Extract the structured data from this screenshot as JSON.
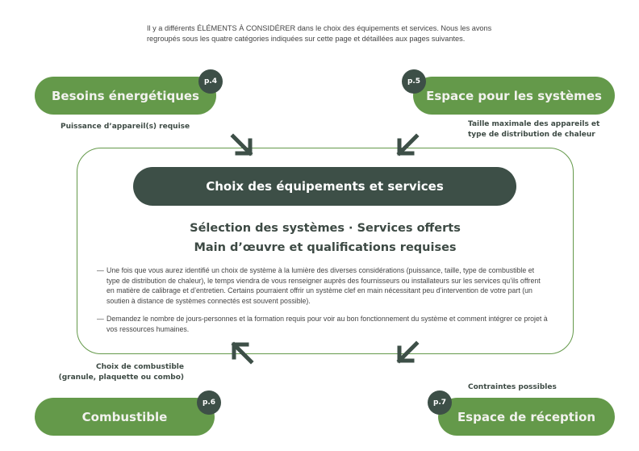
{
  "intro": "Il y a différents ÉLÉMENTS À CONSIDÉRER dans le choix des équipements et services. Nous les avons regroupés sous les quatre catégories indiquées sur cette page et détaillées aux pages suivantes.",
  "categories": [
    {
      "title": "Besoins énergétiques",
      "page": "p.4",
      "note": "Puissance d’appareil(s) requise"
    },
    {
      "title": "Espace pour les systèmes",
      "page": "p.5",
      "note": "Taille maximale des appareils et type de distribution de chaleur"
    },
    {
      "title": "Combustible",
      "page": "p.6",
      "note": "Choix de combustible (granule, plaquette ou combo)"
    },
    {
      "title": "Espace de réception",
      "page": "p.7",
      "note": "Contraintes possibles"
    }
  ],
  "center": {
    "title": "Choix des équipements et services",
    "subtitle1": "Sélection des systèmes · Services offerts",
    "subtitle2": "Main d’œuvre et qualifications requises",
    "dash": "—",
    "paragraphs": [
      "Une fois que vous aurez identifié un choix de système à la lumière des diverses considérations (puissance, taille, type de combustible et type de distribution de chaleur), le temps viendra de vous renseigner auprès des fournisseurs ou installateurs sur les services qu’ils offrent en matière de calibrage et d’entretien. Certains pourraient offrir un système clef en main nécessitant peu d’intervention de votre part (un soutien à distance de systèmes connectés est souvent possible).",
      "Demandez le nombre de jours-personnes et la formation requis pour voir au bon fonctionnement du système et comment intégrer ce projet à vos ressources humaines."
    ]
  },
  "colors": {
    "green": "#64994a",
    "dark": "#3d4f47"
  }
}
